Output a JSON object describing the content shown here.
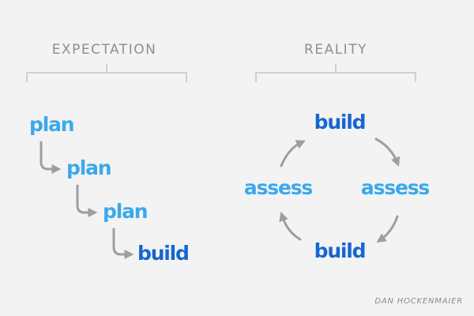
{
  "headers": {
    "left": "EXPECTATION",
    "right": "REALITY"
  },
  "expectation": {
    "steps": [
      "plan",
      "plan",
      "plan",
      "build"
    ]
  },
  "reality": {
    "top": "build",
    "right": "assess",
    "bottom": "build",
    "left": "assess"
  },
  "credit": "DAN HOCKENMAIER",
  "colors": {
    "background": "#f3f3f3",
    "light_blue": "#3aa9ec",
    "dark_blue": "#1766d1",
    "arrow_gray": "#9e9e9e",
    "bracket_gray": "#c4c4c4",
    "header_gray": "#8f8f8f"
  }
}
